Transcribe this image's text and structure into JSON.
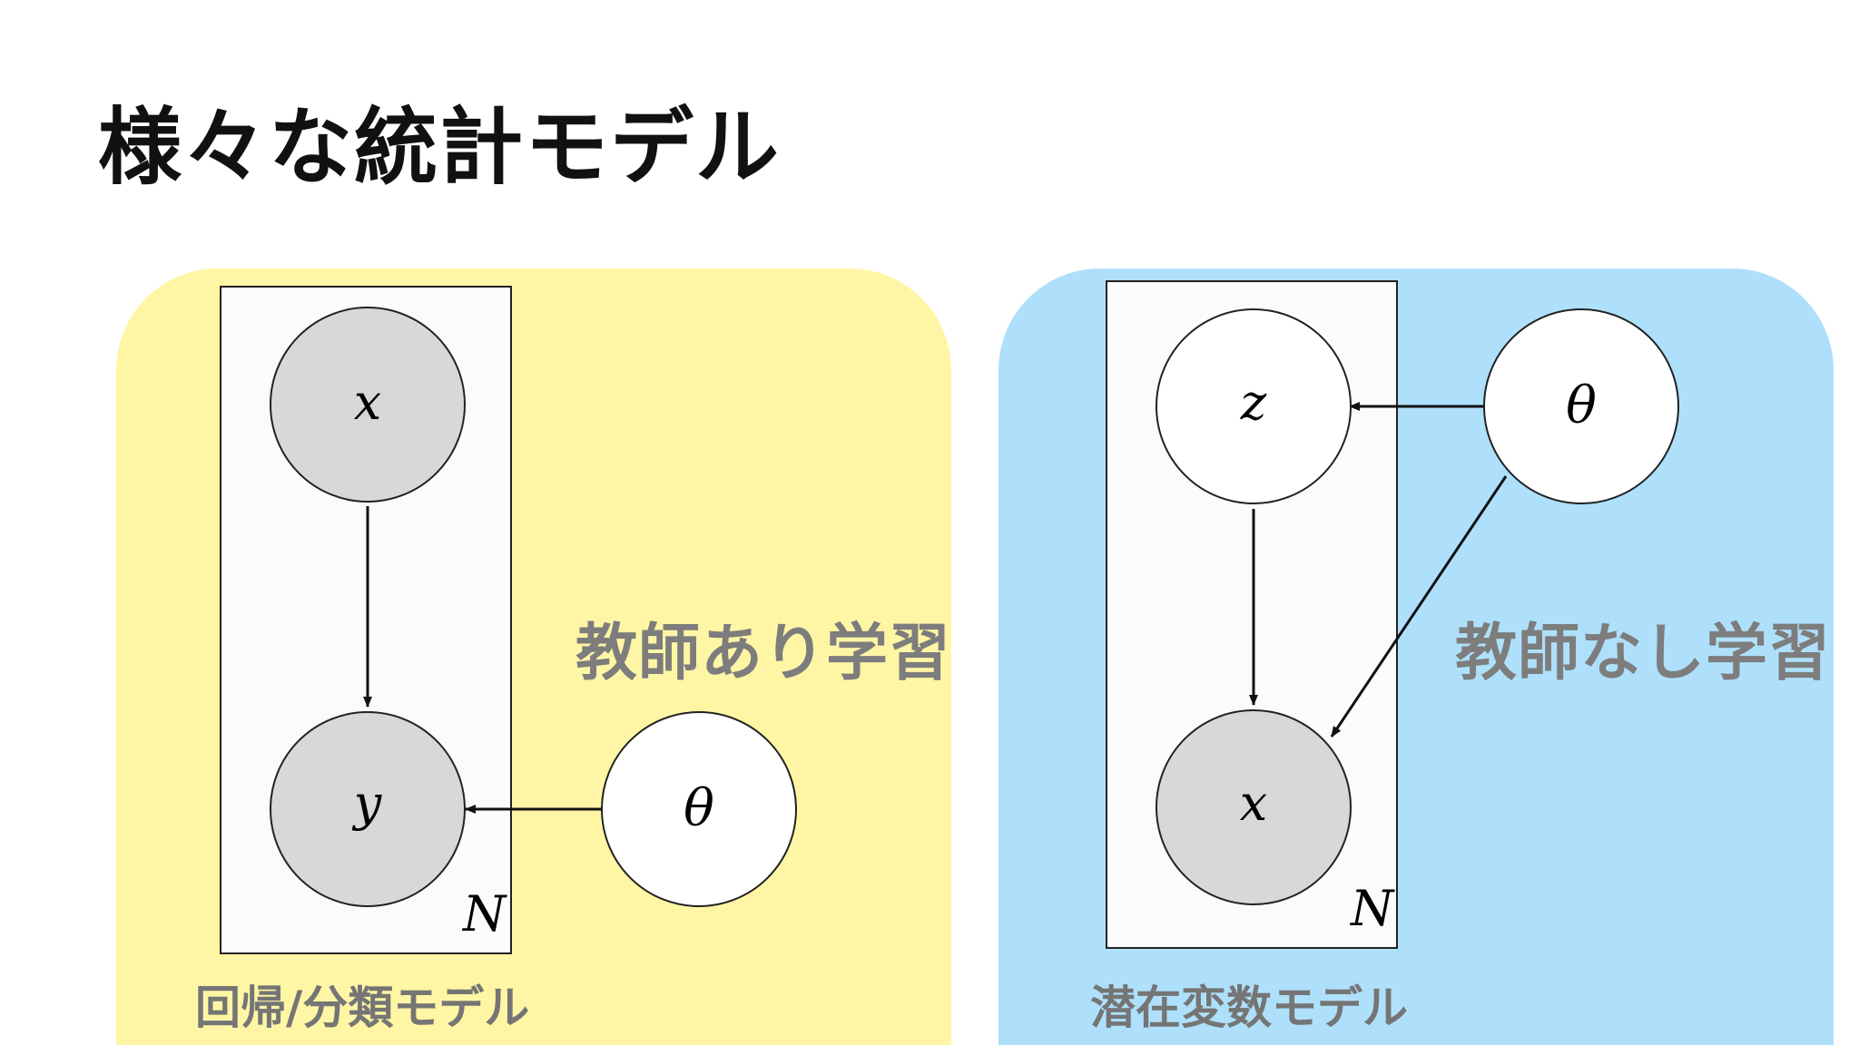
{
  "title": "様々な統計モデル",
  "colors": {
    "supervised_bg": "#fff6a5",
    "unsupervised_bg": "#aee0fb",
    "observed_node": "#d8d8d8",
    "latent_node": "#ffffff",
    "plate_fill": "#fbfbfb",
    "side_label": "#7d7d7d"
  },
  "panels": {
    "supervised": {
      "caption": "回帰/分類モデル",
      "category": "教師あり学習",
      "plate_label": "N",
      "nodes": {
        "x": "x",
        "y": "y",
        "theta": "θ"
      }
    },
    "unsupervised": {
      "caption": "潜在変数モデル",
      "category": "教師なし学習",
      "plate_label": "N",
      "nodes": {
        "z": "z",
        "x": "x",
        "theta": "θ"
      }
    }
  }
}
